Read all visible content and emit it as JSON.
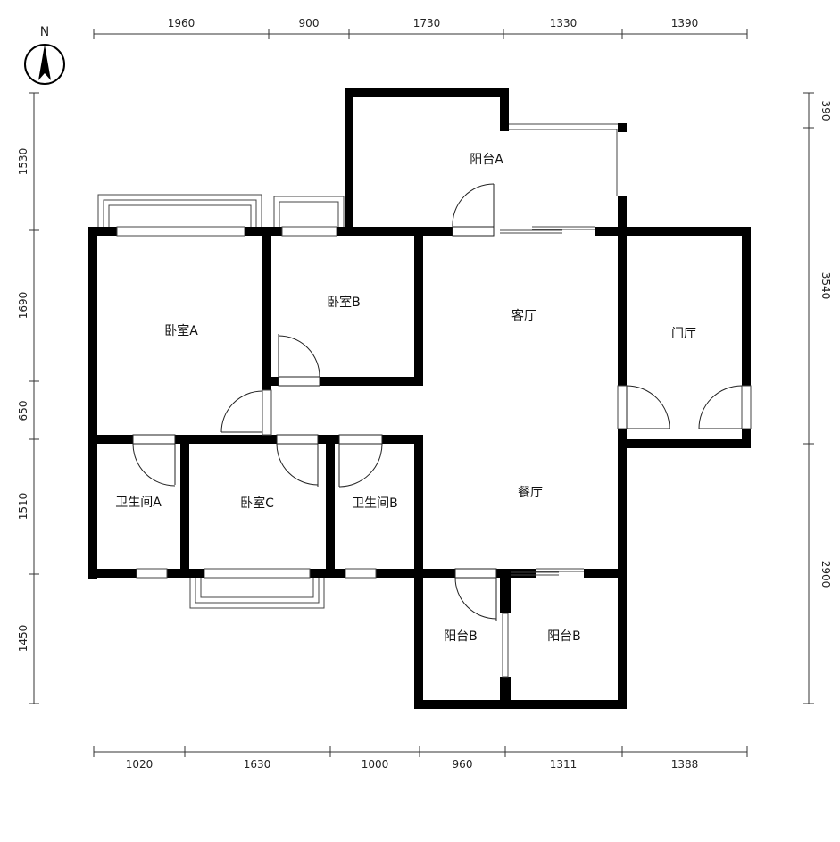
{
  "compass": {
    "label": "N",
    "icon": "north-arrow-icon"
  },
  "dimensions": {
    "top": [
      "1960",
      "900",
      "1730",
      "1330",
      "1390"
    ],
    "bottom": [
      "1020",
      "1630",
      "1000",
      "960",
      "1311",
      "1388"
    ],
    "left": [
      "1530",
      "1690",
      "650",
      "1510",
      "1450"
    ],
    "right": [
      "390",
      "3540",
      "2900"
    ]
  },
  "rooms": {
    "balcony_a": "阳台A",
    "bedroom_a": "卧室A",
    "bedroom_b": "卧室B",
    "living_room": "客厅",
    "foyer": "门厅",
    "bathroom_a": "卫生间A",
    "bedroom_c": "卧室C",
    "bathroom_b": "卫生间B",
    "dining_room": "餐厅",
    "balcony_b_left": "阳台B",
    "balcony_b_right": "阳台B"
  }
}
